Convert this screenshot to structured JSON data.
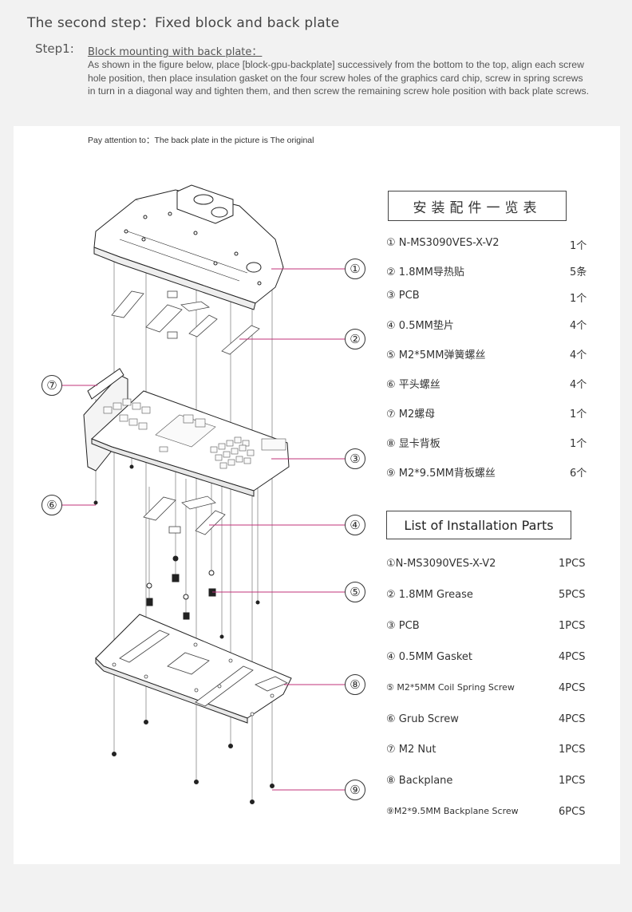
{
  "page_title": "The second step：Fixed block and back plate",
  "step": {
    "label": "Step1:",
    "heading": "Block mounting with back plate：",
    "body": "As shown in the figure below, place [block-gpu-backplate] successively from the bottom to the top, align each screw hole position, then place insulation gasket on the four screw holes of the graphics card chip, screw in spring screws in turn in a diagonal way and tighten them, and then screw the remaining screw hole position with back plate screws."
  },
  "note": "Pay attention to：The back plate in the picture is The original",
  "callouts": [
    "①",
    "②",
    "③",
    "④",
    "⑤",
    "⑥",
    "⑦",
    "⑧",
    "⑨"
  ],
  "cn_list": {
    "title": "安装配件一览表",
    "items": [
      {
        "name": "① N-MS3090VES-X-V2",
        "qty": "1个"
      },
      {
        "name": "② 1.8MM导热贴",
        "qty": "5条"
      },
      {
        "name": "③ PCB",
        "qty": "1个"
      },
      {
        "name": "④ 0.5MM垫片",
        "qty": "4个"
      },
      {
        "name": "⑤ M2*5MM弹簧螺丝",
        "qty": "4个"
      },
      {
        "name": "⑥ 平头螺丝",
        "qty": "4个"
      },
      {
        "name": "⑦ M2螺母",
        "qty": "1个"
      },
      {
        "name": "⑧ 显卡背板",
        "qty": "1个"
      },
      {
        "name": "⑨ M2*9.5MM背板螺丝",
        "qty": "6个"
      }
    ]
  },
  "en_list": {
    "title": "List of Installation Parts",
    "items": [
      {
        "name": "①N-MS3090VES-X-V2",
        "qty": "1PCS"
      },
      {
        "name": "② 1.8MM Grease",
        "qty": "5PCS"
      },
      {
        "name": "③ PCB",
        "qty": "1PCS"
      },
      {
        "name": "④ 0.5MM Gasket",
        "qty": "4PCS"
      },
      {
        "name": "⑤ M2*5MM Coil Spring Screw",
        "qty": "4PCS"
      },
      {
        "name": "⑥ Grub Screw",
        "qty": "4PCS"
      },
      {
        "name": "⑦ M2 Nut",
        "qty": "1PCS"
      },
      {
        "name": "⑧ Backplane",
        "qty": "1PCS"
      },
      {
        "name": "⑨M2*9.5MM Backplane Screw",
        "qty": "6PCS"
      }
    ]
  },
  "colors": {
    "leader": "#c2337a",
    "panel": "#ffffff",
    "page": "#f2f2f2"
  }
}
